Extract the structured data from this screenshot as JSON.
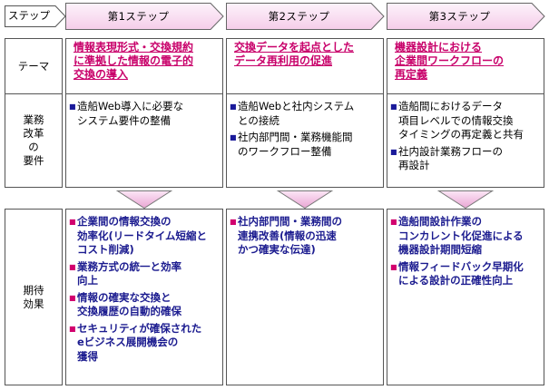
{
  "row_labels": {
    "step": "ステップ",
    "theme": "テーマ",
    "requirements": "業務\n改革\nの\n要件",
    "effects": "期待\n効果"
  },
  "steps": [
    {
      "label": "第1ステップ",
      "theme": "情報表現形式・交換規約\nに準拠した情報の電子的\n交換の導入",
      "requirements": [
        "造船Web導入に必要な\nシステム要件の整備"
      ],
      "effects": [
        "企業間の情報交換の\n効率化(リードタイム短縮と\nコスト削減)",
        "業務方式の統一と効率\n向上",
        "情報の確実な交換と\n交換履歴の自動的確保",
        "セキュリティが確保された\neビジネス展開機会の\n獲得"
      ]
    },
    {
      "label": "第2ステップ",
      "theme": "交換データを起点とした\nデータ再利用の促進",
      "requirements": [
        "造船Webと社内システム\nとの接続",
        "社内部門間・業務機能間\nのワークフロー整備"
      ],
      "effects": [
        "社内部門間・業務間の\n連携改善(情報の迅速\nかつ確実な伝達)"
      ]
    },
    {
      "label": "第3ステップ",
      "theme": "機器設計における\n企業間ワークフローの\n再定義",
      "requirements": [
        "造船間におけるデータ\n項目レベルでの情報交換\nタイミングの再定義と共有",
        "社内設計業務フローの\n再設計"
      ],
      "effects": [
        "造船間設計作業の\nコンカレント化促進による\n機器設計期間短縮",
        "情報フィードバック早期化\nによる設計の正確性向上"
      ]
    }
  ],
  "colors": {
    "arrow_fill_light": "#fbe9f6",
    "arrow_fill_dark": "#eaaad6",
    "theme_text": "#c8006a",
    "effect_text": "#1b1b8f",
    "bullet_effect": "#d2006e",
    "bullet_req": "#1a1a9a",
    "border": "#555555"
  }
}
